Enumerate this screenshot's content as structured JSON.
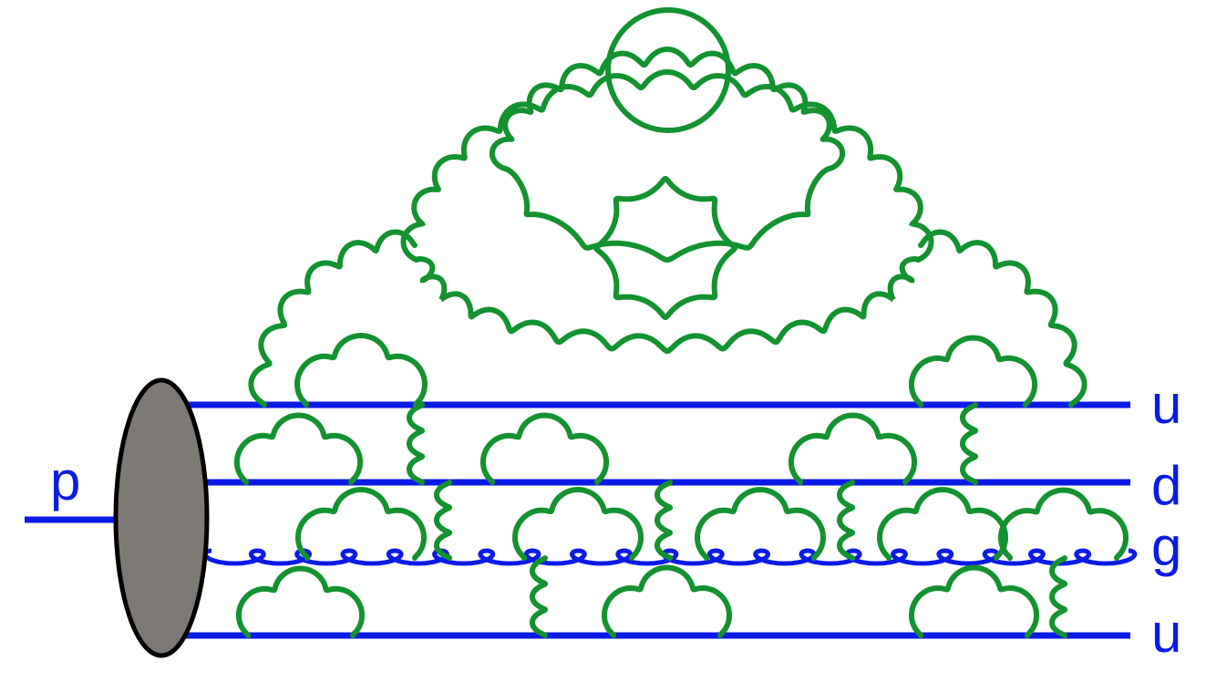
{
  "diagram": {
    "proton_label": "p",
    "parton_labels": [
      "u",
      "d",
      "g",
      "u"
    ],
    "colors": {
      "quark": "#0a1be6",
      "gluon": "#14922f",
      "blob_fill": "#7d7a76",
      "blob_stroke": "#000000"
    }
  }
}
